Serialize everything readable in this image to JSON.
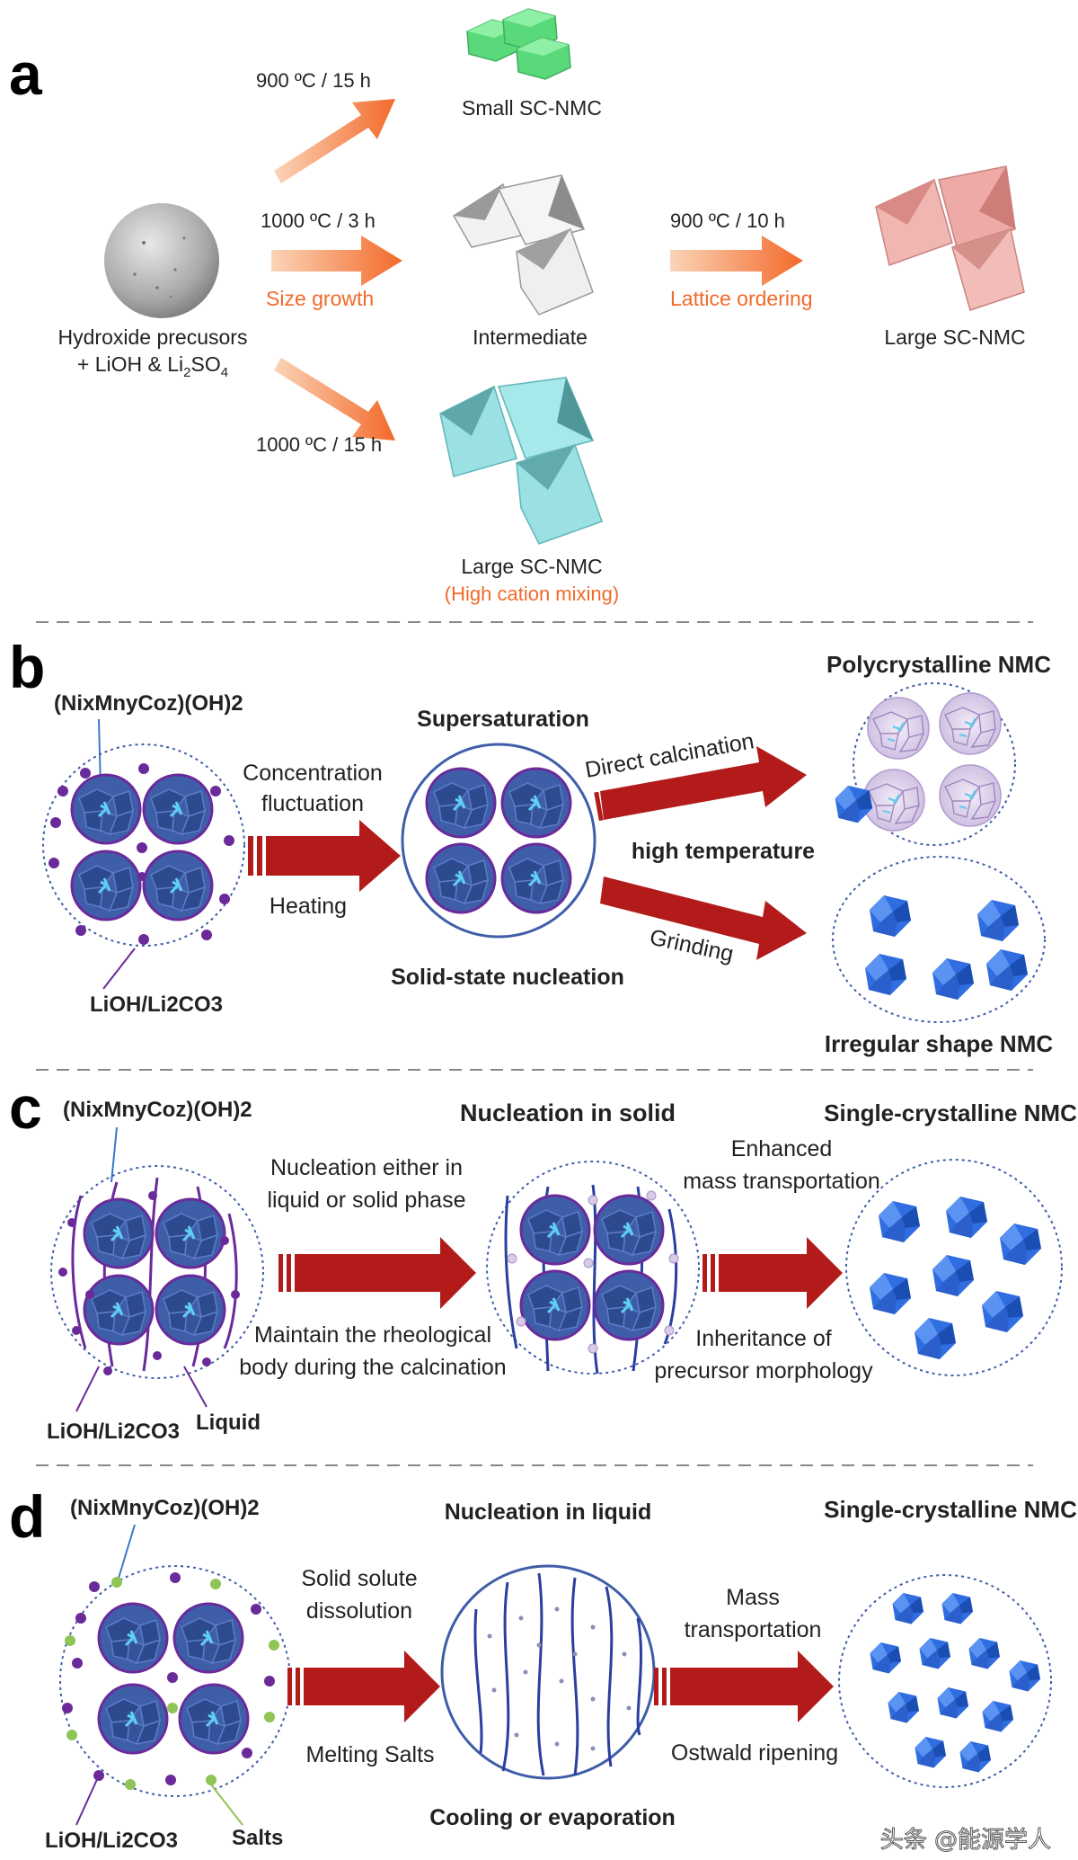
{
  "panels": {
    "a": {
      "letter": "a",
      "route_small": "900 ºC / 15 h",
      "label_small": "Small SC-NMC",
      "route_mid": "1000 ºC / 3 h",
      "size_growth": "Size growth",
      "precursor_line1": "Hydroxide precusors",
      "precursor_line2": "+ LiOH & Li",
      "precursor_sub1": "2",
      "precursor_tail": "SO",
      "precursor_sub2": "4",
      "label_intermediate": "Intermediate",
      "route_order": "900 ºC / 10 h",
      "lattice_ordering": "Lattice ordering",
      "label_large": "Large SC-NMC",
      "route_long": "1000 ºC / 15 h",
      "label_large_mix": "Large SC-NMC",
      "high_cation": "(High cation mixing)"
    },
    "b": {
      "letter": "b",
      "precursor": "(NixMnyCoz)(OH)2",
      "li_source": "LiOH/Li2CO3",
      "conc_line1": "Concentration",
      "conc_line2": "fluctuation",
      "heating": "Heating",
      "supersaturation": "Supersaturation",
      "solid_nucleation": "Solid-state nucleation",
      "direct_calcination": "Direct calcination",
      "high_temperature": "high temperature",
      "grinding": "Grinding",
      "poly_nmc": "Polycrystalline NMC",
      "irregular_nmc": "Irregular shape NMC"
    },
    "c": {
      "letter": "c",
      "precursor": "(NixMnyCoz)(OH)2",
      "li_source": "LiOH/Li2CO3",
      "liquid": "Liquid",
      "nucleation_title": "Nucleation in solid",
      "either_line1": "Nucleation either in",
      "either_line2": "liquid or solid phase",
      "maintain_line1": "Maintain the rheological",
      "maintain_line2": "body during the calcination",
      "enhanced_line1": "Enhanced",
      "enhanced_line2": "mass transportation",
      "inherit_line1": "Inheritance of",
      "inherit_line2": "precursor morphology",
      "single_nmc": "Single-crystalline NMC"
    },
    "d": {
      "letter": "d",
      "precursor": "(NixMnyCoz)(OH)2",
      "li_source": "LiOH/Li2CO3",
      "salts": "Salts",
      "dissolution_line1": "Solid solute",
      "dissolution_line2": "dissolution",
      "melting": "Melting Salts",
      "nucleation_title": "Nucleation in liquid",
      "cooling": "Cooling or evaporation",
      "mass_line1": "Mass",
      "mass_line2": "transportation",
      "ostwald": "Ostwald ripening",
      "single_nmc": "Single-crystalline NMC"
    }
  },
  "watermark": "头条 @能源学人",
  "colors": {
    "orange_arrow": "#f47a3c",
    "red_arrow": "#b31b1b",
    "nmc_blue": "#2f6de0",
    "precursor_blue": "#3f5ea8",
    "li_purple": "#6a2a9a",
    "salt_green": "#8fc456",
    "green_crystal": "#59d97a",
    "white_crystal": "#eeeeee",
    "pink_crystal": "#e8a8a4",
    "cyan_crystal": "#9be1e3"
  }
}
